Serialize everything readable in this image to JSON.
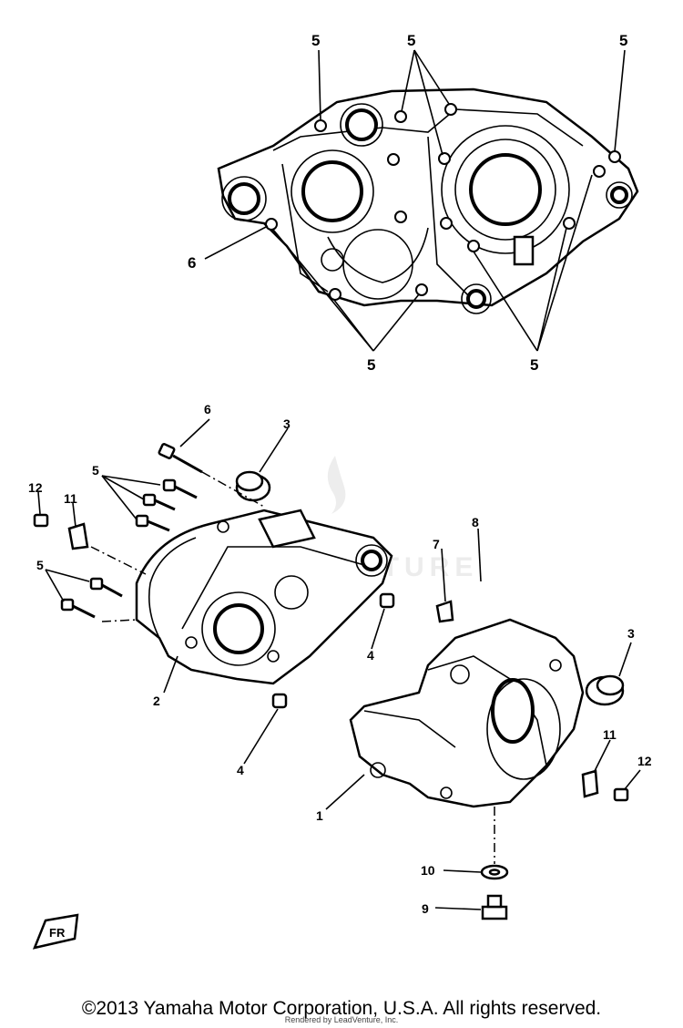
{
  "diagram": {
    "callouts_top": [
      "5",
      "5",
      "5",
      "6",
      "5",
      "5"
    ],
    "callouts_bottom": [
      "6",
      "3",
      "5",
      "12",
      "11",
      "5",
      "2",
      "4",
      "4",
      "8",
      "7",
      "3",
      "11",
      "12",
      "1",
      "10",
      "9"
    ],
    "watermark": "VENTURE",
    "fr_mark": "FR"
  },
  "footer": {
    "copyright": "©2013 Yamaha Motor Corporation, U.S.A. All rights reserved.",
    "rendered_by": "Rendered by LeadVenture, Inc."
  }
}
